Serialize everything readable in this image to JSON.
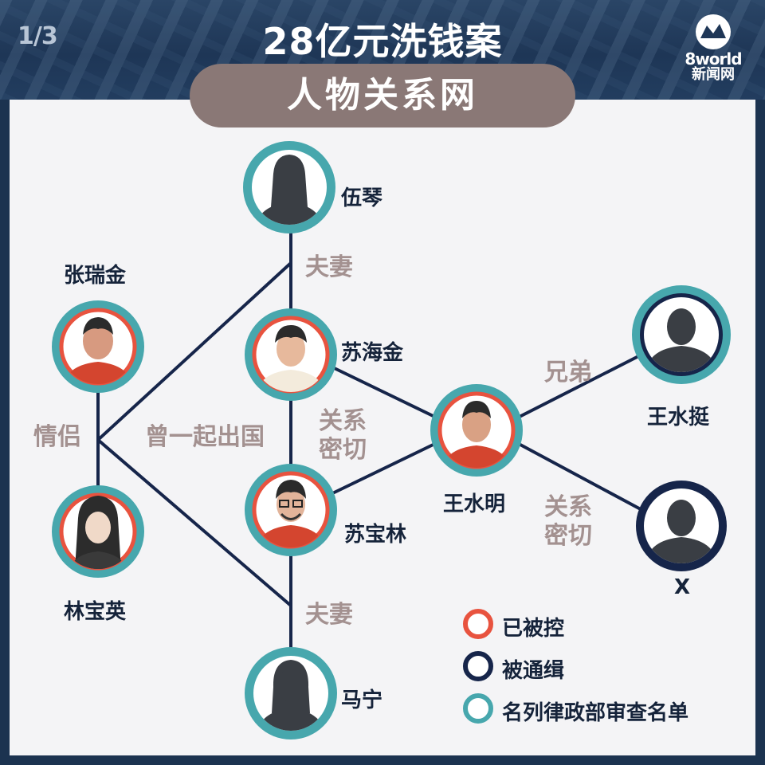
{
  "header": {
    "page_indicator": "1/3",
    "title": "28亿元洗钱案"
  },
  "logo": {
    "brand": "8world",
    "brand_sub": "新闻网"
  },
  "subtitle": "人物关系网",
  "colors": {
    "controlled": "#e8533f",
    "wanted": "#16254a",
    "listed": "#47a7ad",
    "line": "#16254a",
    "label": "#a39190"
  },
  "people": [
    {
      "id": "wuqin",
      "name": "伍琴",
      "statuses": [
        "listed"
      ]
    },
    {
      "id": "suhaijin",
      "name": "苏海金",
      "statuses": [
        "controlled",
        "listed"
      ]
    },
    {
      "id": "zhangruijin",
      "name": "张瑞金",
      "statuses": [
        "controlled",
        "listed"
      ]
    },
    {
      "id": "linbaoying",
      "name": "林宝英",
      "statuses": [
        "controlled",
        "listed"
      ]
    },
    {
      "id": "subaolin",
      "name": "苏宝林",
      "statuses": [
        "controlled",
        "listed"
      ]
    },
    {
      "id": "maning",
      "name": "马宁",
      "statuses": [
        "listed"
      ]
    },
    {
      "id": "wangshuiming",
      "name": "王水明",
      "statuses": [
        "controlled",
        "listed"
      ]
    },
    {
      "id": "wangshuiting",
      "name": "王水挺",
      "statuses": [
        "wanted",
        "listed"
      ]
    },
    {
      "id": "x",
      "name": "X",
      "statuses": [
        "wanted"
      ]
    }
  ],
  "relations": {
    "couple_top": "夫妻",
    "couple_bottom": "夫妻",
    "lovers": "情侣",
    "abroad": "曾一起出国",
    "close_mid_line1": "关系",
    "close_mid_line2": "密切",
    "brothers": "兄弟",
    "close_right_line1": "关系",
    "close_right_line2": "密切"
  },
  "legend": {
    "controlled": "已被控",
    "wanted": "被通缉",
    "listed": "名列律政部审查名单"
  }
}
